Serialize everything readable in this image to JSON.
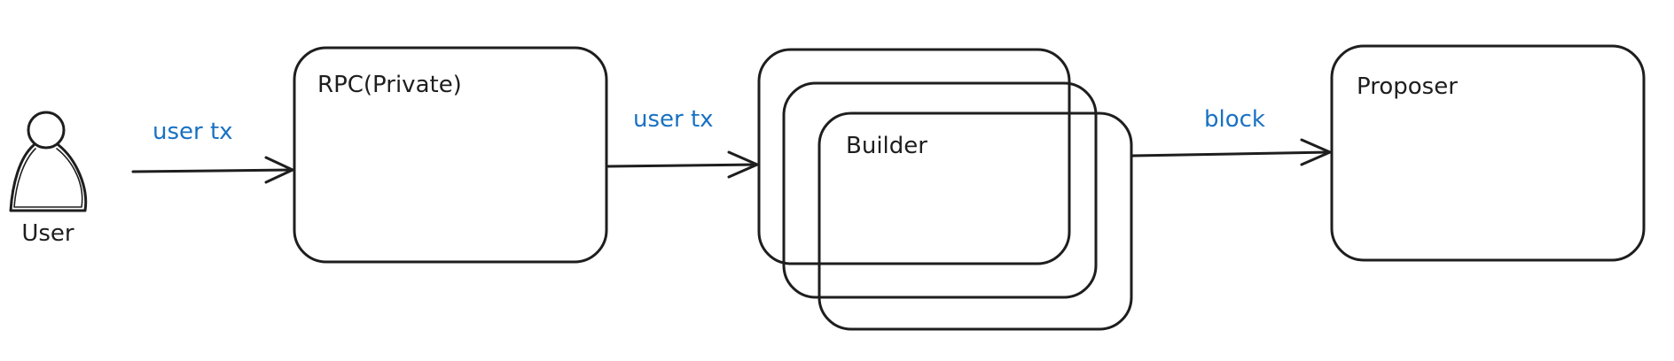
{
  "nodes": {
    "user": {
      "label": "User"
    },
    "rpc": {
      "label": "RPC(Private)"
    },
    "builder": {
      "label": "Builder"
    },
    "proposer": {
      "label": "Proposer"
    }
  },
  "edges": {
    "user_to_rpc": {
      "label": "user tx"
    },
    "rpc_to_builder": {
      "label": "user tx"
    },
    "builder_to_proposer": {
      "label": "block"
    }
  },
  "colors": {
    "stroke": "#1e1e1e",
    "edge_label": "#1971c2",
    "background": "#ffffff"
  }
}
